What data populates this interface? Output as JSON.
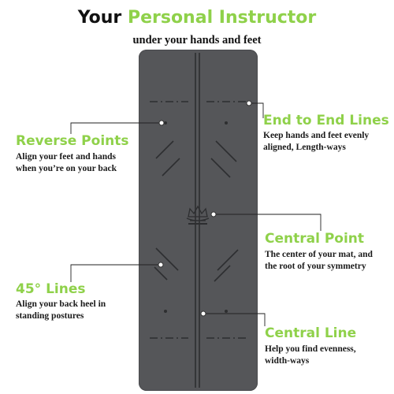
{
  "colors": {
    "accent": "#8fd14a",
    "mat": "#555659",
    "mat_lines": "#2d2e30"
  },
  "header": {
    "title_prefix": "Your",
    "title_accent": "Personal Instructor",
    "subtitle": "under your hands and feet"
  },
  "mat": {
    "logo_icon": "lotus-crown-icon"
  },
  "callouts": {
    "end_to_end": {
      "title": "End to End Lines",
      "line1": "Keep hands and feet evenly",
      "line2": "aligned, Length-ways"
    },
    "reverse_points": {
      "title": "Reverse Points",
      "line1": "Align your feet and hands",
      "line2": "when you’re on your back"
    },
    "central_point": {
      "title": "Central Point",
      "line1": "The center of your mat, and",
      "line2": "the root of your symmetry"
    },
    "lines_45": {
      "title": "45° Lines",
      "line1": "Align your back heel in",
      "line2": "standing postures"
    },
    "central_line": {
      "title": "Central Line",
      "line1": "Help you find evenness,",
      "line2": "width-ways"
    }
  }
}
